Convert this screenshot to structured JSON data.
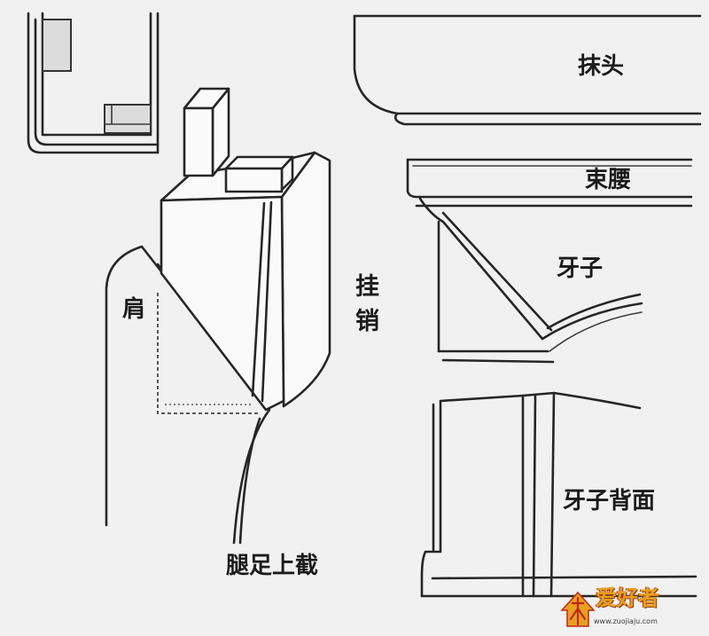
{
  "labels": {
    "motou": "抹头",
    "shuyao": "束腰",
    "yazi": "牙子",
    "guaxiao": "挂销",
    "jian": "肩",
    "tuizu_shangjie": "腿足上截",
    "yazi_beimian": "牙子背面"
  },
  "watermark": {
    "name": "爱好者",
    "url": "www.zuojiaju.com"
  },
  "colors": {
    "background": "#f1f1f1",
    "ink": "#262626",
    "watermark_orange": "#e8a020",
    "watermark_red": "#c0281c"
  }
}
